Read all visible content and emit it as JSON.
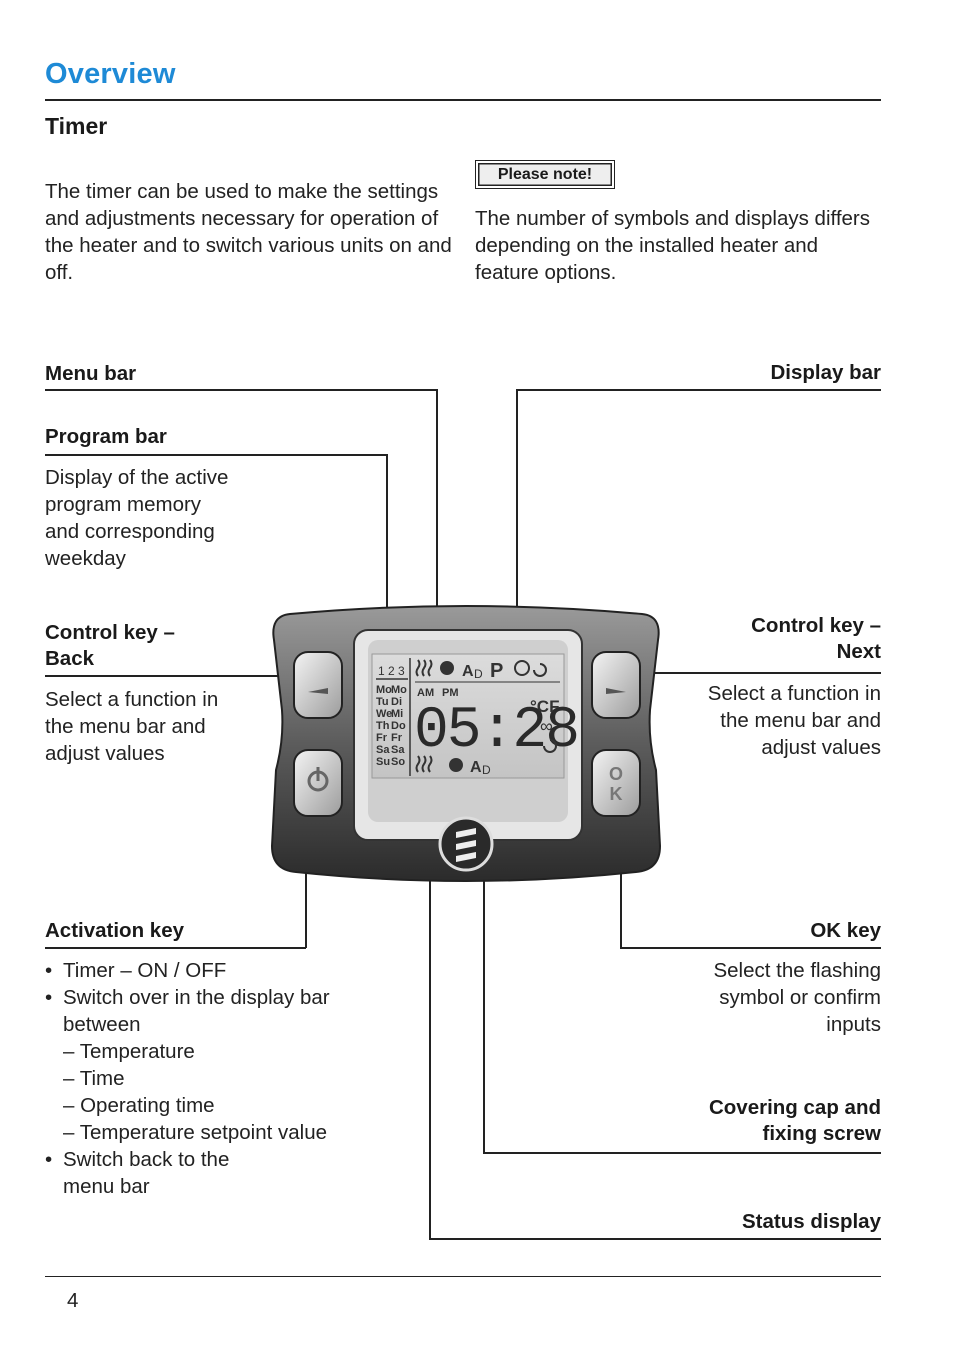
{
  "header": {
    "title": "Overview",
    "subtitle": "Timer"
  },
  "intro": {
    "left": "The timer can be used to make the settings and adjustments necessary for operation of the heater and to switch vari­ous units on and off.",
    "note_label": "Please note!",
    "right": "The number of symbols and displays dif­fers depending on the installed heater and feature options."
  },
  "callouts": {
    "menu_bar": {
      "title": "Menu bar"
    },
    "display_bar": {
      "title": "Display bar"
    },
    "program_bar": {
      "title": "Program bar",
      "desc": [
        "Display of the active",
        "program memory",
        "and corresponding",
        "weekday"
      ]
    },
    "control_back": {
      "title": [
        "Control key –",
        "Back"
      ],
      "desc": [
        "Select a function in",
        "the menu bar and",
        "adjust values"
      ]
    },
    "control_next": {
      "title": [
        "Control key –",
        "Next"
      ],
      "desc": [
        "Select a function in",
        "the menu bar and",
        "adjust values"
      ]
    },
    "activation": {
      "title": "Activation key",
      "items": [
        {
          "text": "Timer – ON / OFF",
          "bullet": true
        },
        {
          "text": "Switch over in the display bar",
          "bullet": true
        },
        {
          "text": "between",
          "bullet": false
        },
        {
          "text": "– Temperature",
          "bullet": false
        },
        {
          "text": "– Time",
          "bullet": false
        },
        {
          "text": "– Operating time",
          "bullet": false
        },
        {
          "text": "– Temperature setpoint value",
          "bullet": false
        },
        {
          "text": "Switch back to the",
          "bullet": true
        },
        {
          "text": "menu bar",
          "bullet": false
        }
      ]
    },
    "ok_key": {
      "title": "OK key",
      "desc": [
        "Select the flashing",
        "symbol or confirm",
        "inputs"
      ]
    },
    "cap": {
      "title": [
        "Covering cap and",
        "fixing screw"
      ]
    },
    "status": {
      "title": "Status display"
    }
  },
  "device": {
    "time": "05:28",
    "am": "AM",
    "pm": "PM",
    "units": "°CF",
    "programs": [
      "1",
      "2",
      "3"
    ],
    "days": [
      [
        "Mo",
        "Mo"
      ],
      [
        "Tu",
        "Di"
      ],
      [
        "We",
        "Mi"
      ],
      [
        "Th",
        "Do"
      ],
      [
        "Fr",
        "Fr"
      ],
      [
        "Sa",
        "Sa"
      ],
      [
        "Su",
        "So"
      ]
    ],
    "ok_key_label": [
      "O",
      "K"
    ],
    "accent_color": "#1e8ad6"
  },
  "footer": {
    "page_number": "4"
  }
}
